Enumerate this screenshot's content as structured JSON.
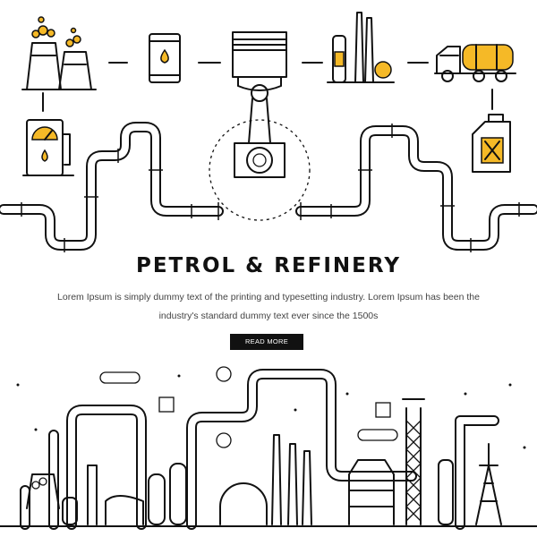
{
  "title": "PETROL & REFINERY",
  "description": "Lorem Ipsum is simply dummy text of the printing and typesetting industry. Lorem Ipsum has been the industry's standard dummy text ever since the 1500s",
  "button_label": "READ MORE",
  "colors": {
    "accent": "#f5b927",
    "ink": "#111111",
    "background": "#ffffff"
  },
  "icons": [
    "power-plant-icon",
    "oil-barrel-icon",
    "piston-icon",
    "refinery-towers-icon",
    "fuel-truck-icon",
    "fuel-pump-icon",
    "jerrycan-icon",
    "pipeline-icon",
    "refinery-skyline-icon"
  ]
}
